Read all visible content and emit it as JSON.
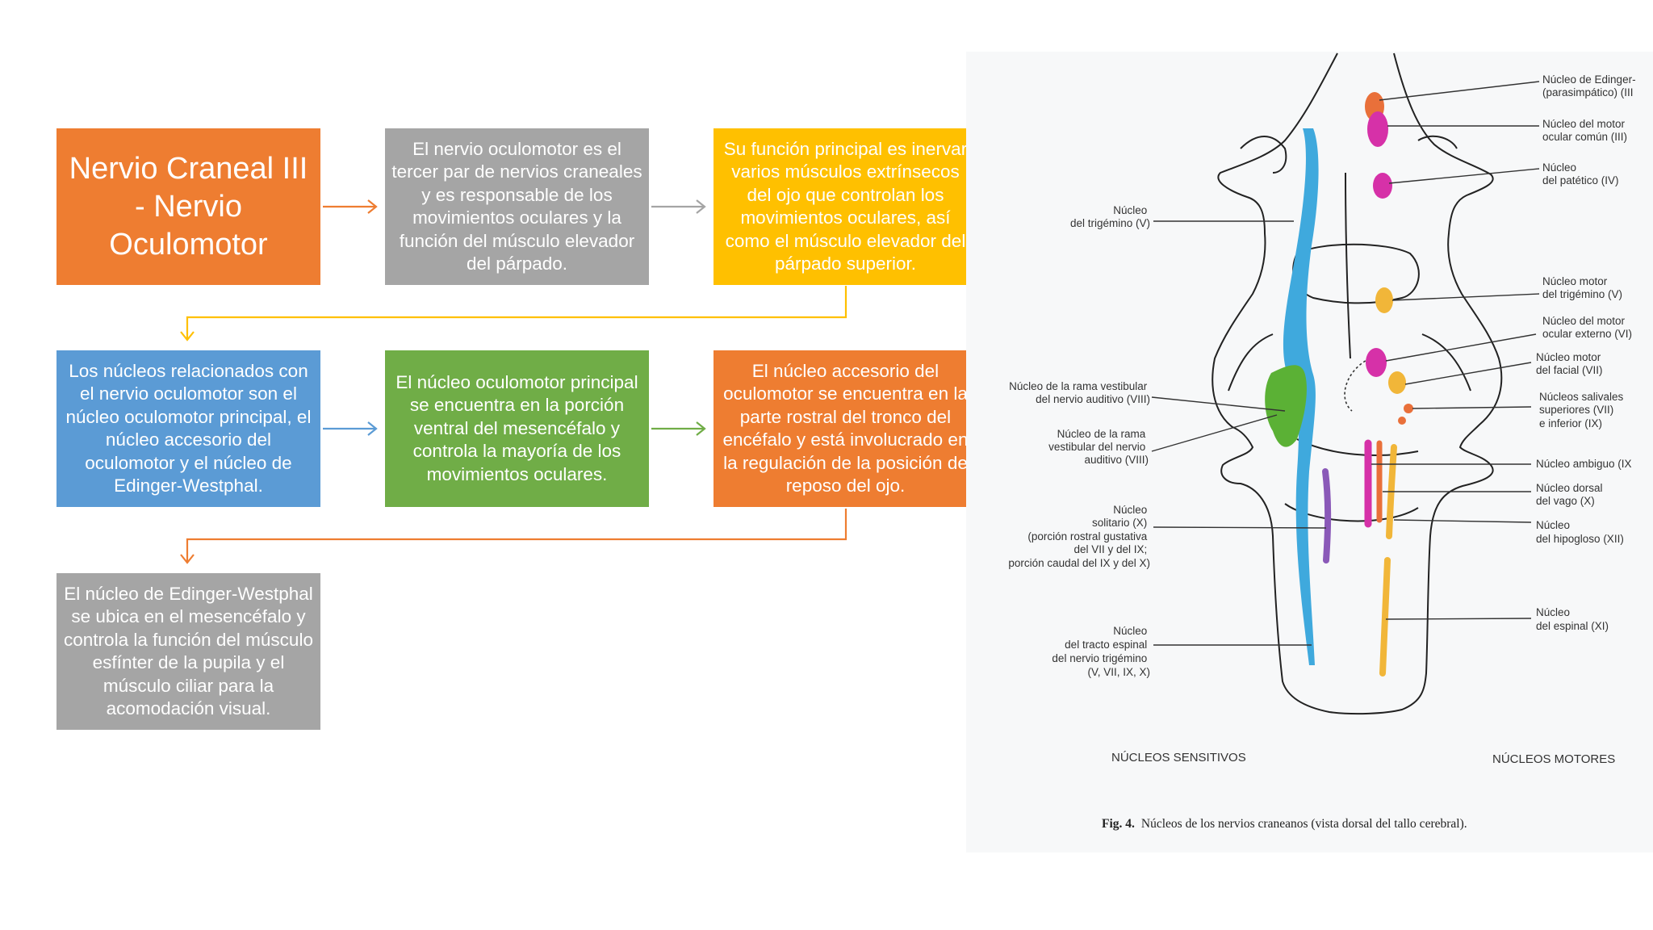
{
  "boxes": [
    {
      "id": "title",
      "text": "Nervio Craneal III - Nervio Oculomotor",
      "color": "#EE7D31"
    },
    {
      "id": "b2",
      "text": "El nervio oculomotor es el tercer par de nervios craneales y es responsable de los movimientos oculares y la función del músculo elevador del párpado.",
      "color": "#A5A5A5"
    },
    {
      "id": "b3",
      "text": "Su función principal es inervar varios músculos extrínsecos del ojo que controlan los movimientos oculares, así como el músculo elevador del párpado superior.",
      "color": "#FFC000"
    },
    {
      "id": "b4",
      "text": "Los núcleos relacionados con el nervio oculomotor son el núcleo oculomotor principal, el núcleo accesorio del oculomotor y el núcleo de Edinger-Westphal.",
      "color": "#5B9BD5"
    },
    {
      "id": "b5",
      "text": "El núcleo oculomotor principal se encuentra en la porción ventral del mesencéfalo y controla la mayoría de los movimientos oculares.",
      "color": "#70AD47"
    },
    {
      "id": "b6",
      "text": "El núcleo accesorio del oculomotor se encuentra en la parte rostral del tronco del encéfalo y está involucrado en la regulación de la posición de reposo del ojo.",
      "color": "#EE7D31"
    },
    {
      "id": "b7",
      "text": "El núcleo de Edinger-Westphal se ubica en el mesencéfalo y controla la función del músculo esfínter de la pupila y el músculo ciliar para la acomodación visual.",
      "color": "#A5A5A5"
    }
  ],
  "connector_colors": {
    "title_to_b2": "#EE7D31",
    "b2_to_b3": "#A5A5A5",
    "b3_to_b4": "#FFC000",
    "b4_to_b5": "#5B9BD5",
    "b5_to_b6": "#70AD47",
    "b6_to_b7": "#EE7D31"
  },
  "figure": {
    "left_labels": {
      "trigemino": [
        "Núcleo",
        "del trigémino (V)"
      ],
      "vestibular_rama": [
        "Núcleo de la rama vestibular",
        "del nervio auditivo (VIII)"
      ],
      "vestibular_rama_2": [
        "Núcleo de la rama",
        "vestibular del nervio",
        "auditivo (VIII)"
      ],
      "solitario": [
        "Núcleo",
        "solitario (X)",
        "(porción rostral gustativa",
        "del VII y del IX;",
        "porción caudal del IX y del X)"
      ],
      "tracto_espinal": [
        "Núcleo",
        "del tracto espinal",
        "del nervio trigémino",
        "(V, VII, IX, X)"
      ]
    },
    "right_labels": {
      "edinger": [
        "Núcleo de Edinger-",
        "(parasimpático) (III"
      ],
      "motor_ocular_comun": [
        "Núcleo del motor",
        "ocular común (III)"
      ],
      "patetico": [
        "Núcleo",
        "del patético (IV)"
      ],
      "motor_trigemino": [
        "Núcleo motor",
        "del trigémino (V)"
      ],
      "motor_ocular_externo": [
        "Núcleo del motor",
        "ocular externo (VI)"
      ],
      "motor_facial": [
        "Núcleo motor",
        "del facial (VII)"
      ],
      "salivales": [
        "Núcleos salivales",
        "superiores (VII)",
        "e inferior (IX)"
      ],
      "ambiguo": [
        "Núcleo ambiguo (IX"
      ],
      "dorsal_vago": [
        "Núcleo dorsal",
        "del vago (X)"
      ],
      "hipogloso": [
        "Núcleo",
        "del hipogloso (XII)"
      ],
      "espinal": [
        "Núcleo",
        "del espinal (XI)"
      ]
    },
    "section_sensory": "NÚCLEOS SENSITIVOS",
    "section_motor": "NÚCLEOS MOTORES",
    "caption_fig": "Fig. 4.",
    "caption_text": "Núcleos de los nervios craneanos (vista dorsal del tallo cerebral)."
  }
}
